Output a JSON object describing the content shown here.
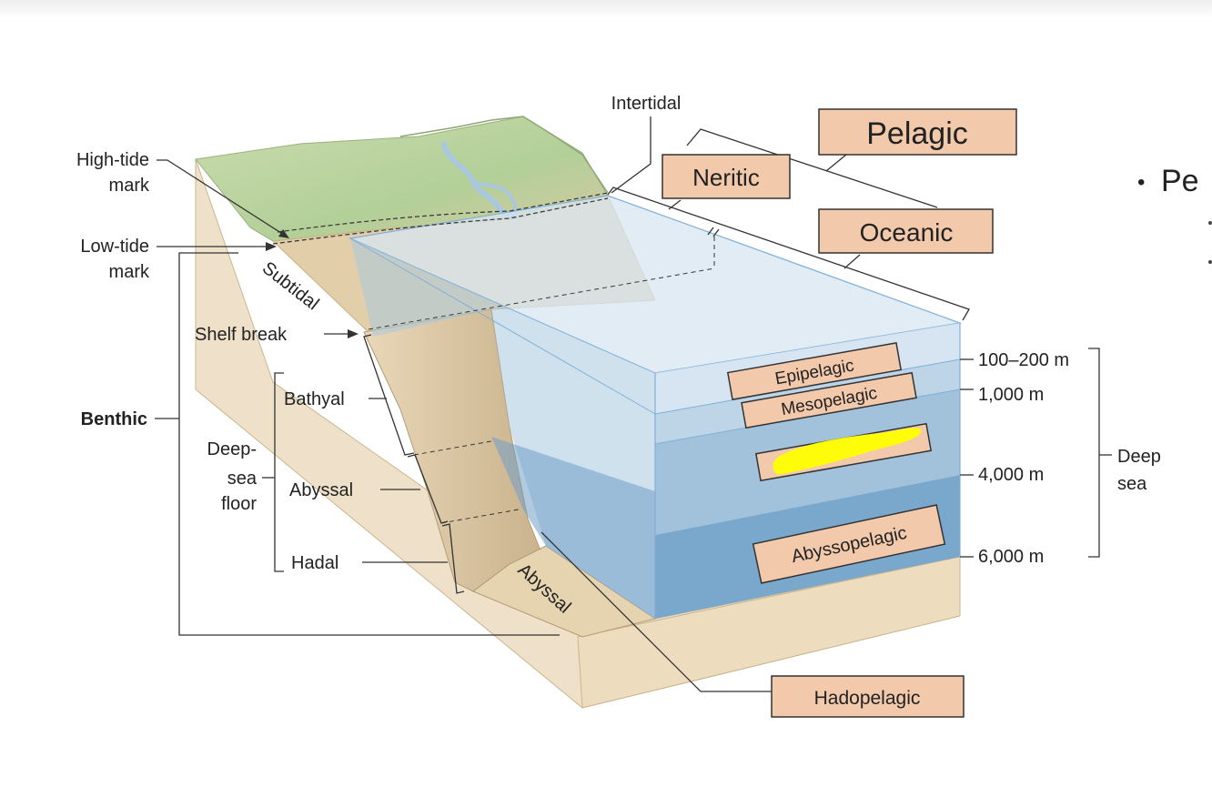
{
  "labels": {
    "intertidal": "Intertidal",
    "pelagic": "Pelagic",
    "neritic": "Neritic",
    "oceanic": "Oceanic",
    "high_tide_1": "High-tide",
    "high_tide_2": "mark",
    "low_tide_1": "Low-tide",
    "low_tide_2": "mark",
    "subtidal": "Subtidal",
    "shelf_break": "Shelf break",
    "benthic": "Benthic",
    "bathyal": "Bathyal",
    "deep_sea_floor_1": "Deep-",
    "deep_sea_floor_2": "sea",
    "deep_sea_floor_3": "floor",
    "abyssal": "Abyssal",
    "hadal": "Hadal",
    "abyssal_floor": "Abyssal",
    "epipelagic": "Epipelagic",
    "mesopelagic": "Mesopelagic",
    "abyssopelagic": "Abyssopelagic",
    "hadopelagic": "Hadopelagic",
    "depth_100_200": "100–200 m",
    "depth_1000": "1,000 m",
    "depth_4000": "4,000 m",
    "depth_6000": "6,000 m",
    "deep_sea_1": "Deep",
    "deep_sea_2": "sea"
  },
  "bullets": {
    "main_text": "Pe",
    "main_symbol": "•"
  },
  "colors": {
    "label_box": "#f2c9ab",
    "highlight": "#ffff00",
    "water_epipelagic": "#cfe0ee",
    "water_mesopelagic": "#a8c6de",
    "water_bathypelagic": "#8fb5d4",
    "water_abyssopelagic": "#6f9fc6",
    "land": "#b8d3a0",
    "sediment": "#eadbc2"
  }
}
